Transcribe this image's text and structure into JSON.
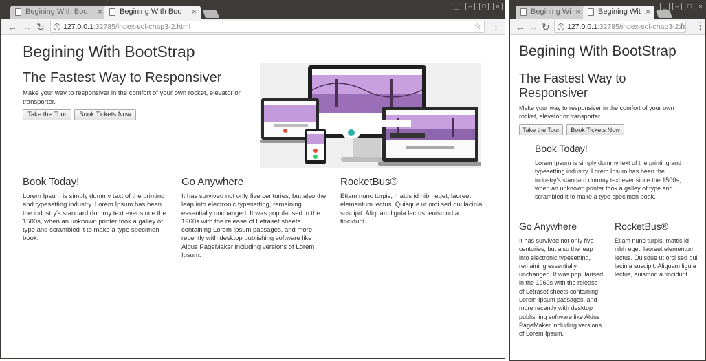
{
  "browser": {
    "tab_inactive_title": "Begining With Boo",
    "tab_active_title": "Begining With Boo",
    "tab_inactive_title_narrow": "Begining Wi",
    "tab_active_title_narrow": "Begining Wit",
    "url_host": "127.0.0.1",
    "url_rest": ":32785/index-sol-chap3-2.html",
    "url_rest_narrow": ":32785/index-sol-chap3-2.htr",
    "close_glyph": "×",
    "back_glyph": "←",
    "forward_glyph": "→",
    "reload_glyph": "↻",
    "star_glyph": "☆",
    "menu_glyph": "⋮",
    "info_glyph": "i"
  },
  "page": {
    "site_title": "Begining With BootStrap",
    "hero_heading": "The Fastest Way to Responsiver",
    "hero_lead": "Make your way to responsiver in the comfort of your own rocket, elevator or transporter.",
    "tour_button": "Take the Tour",
    "tickets_button": "Book Tickets Now",
    "columns": [
      {
        "heading": "Book Today!",
        "text": "Lorem Ipsum is simply dummy text of the printing and typesetting industry. Lorem Ipsum has been the industry's standard dummy text ever since the 1500s, when an unknown printer took a galley of type and scrambled it to make a type specimen book."
      },
      {
        "heading": "Go Anywhere",
        "text": "It has survived not only five centuries, but also the leap into electronic typesetting, remaining essentially unchanged. It was popularised in the 1960s with the release of Letraset sheets containing Lorem Ipsum passages, and more recently with desktop publishing software like Aldus PageMaker including versions of Lorem Ipsum."
      },
      {
        "heading": "RocketBus®",
        "text": "Etiam nunc turpis, mattis id nibh eget, laoreet elementum lectus. Quisque ut orci sed dui lacinia suscipit. Aliquam ligula lectus, euismod a tincidunt"
      }
    ]
  },
  "icons": {
    "page_icon": "document-icon",
    "info_icon": "info-icon",
    "bookmark_icon": "star-icon",
    "menu_icon": "kebab-menu-icon",
    "hero_image": "responsive-devices-mockup"
  },
  "colors": {
    "titlebar": "#3c3b37",
    "toolbar": "#f2f2f2",
    "page_background": "#ffffff",
    "text": "#333333"
  }
}
